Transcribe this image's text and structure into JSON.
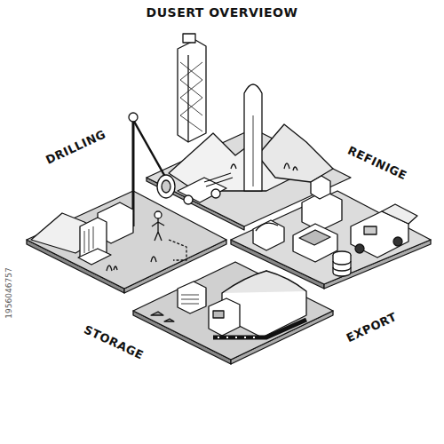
{
  "diagram": {
    "title": "DUSERT OVERVIEOW",
    "labels": [
      "DRILLING",
      "REFINIGE",
      "STORAGE",
      "EXPORT",
      "1956046757"
    ]
  }
}
